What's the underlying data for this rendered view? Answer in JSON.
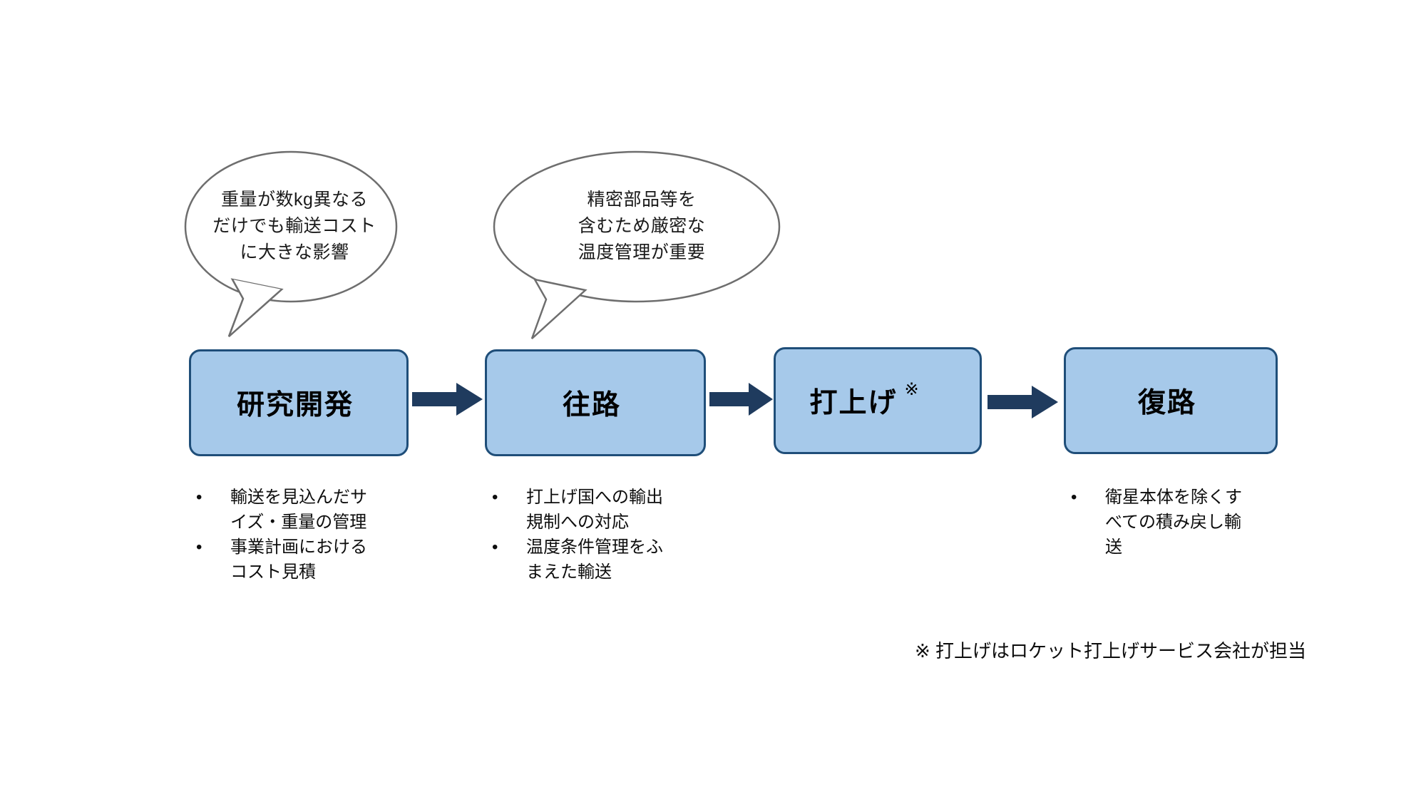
{
  "slide": {
    "background_color": "#FFFFFF",
    "box_fill_color": "#A6C9EA",
    "box_border_color": "#1F4E79",
    "arrow_color": "#1F3B5E",
    "bubble_outline_color": "#6E6E6E"
  },
  "callouts": [
    {
      "id": "callout-weight-cost",
      "lines": "重量が数kg異なる\nだけでも輸送コスト\nに大きな影響",
      "points_to": "研究開発"
    },
    {
      "id": "callout-temperature",
      "lines": "精密部品等を\n含むため厳密な\n温度管理が重要",
      "points_to": "往路"
    }
  ],
  "process": {
    "steps": [
      {
        "id": "step-rd",
        "label": "研究開発",
        "note_mark": ""
      },
      {
        "id": "step-outward",
        "label": "往路",
        "note_mark": ""
      },
      {
        "id": "step-launch",
        "label": "打上げ",
        "note_mark": "※"
      },
      {
        "id": "step-return",
        "label": "復路",
        "note_mark": ""
      }
    ],
    "arrows": [
      {
        "id": "arrow-1",
        "from": "研究開発",
        "to": "往路"
      },
      {
        "id": "arrow-2",
        "from": "往路",
        "to": "打上げ"
      },
      {
        "id": "arrow-3",
        "from": "打上げ",
        "to": "復路"
      }
    ]
  },
  "details": [
    {
      "id": "details-rd",
      "bullet_char": "•",
      "items": [
        "輸送を見込んだサ\nイズ・重量の管理",
        "事業計画における\nコスト見積"
      ]
    },
    {
      "id": "details-outward",
      "bullet_char": "•",
      "items": [
        "打上げ国への輸出\n規制への対応",
        "温度条件管理をふ\nまえた輸送"
      ]
    },
    {
      "id": "details-return",
      "bullet_char": "•",
      "items": [
        "衛星本体を除くす\nべての積み戻し輸\n送"
      ]
    }
  ],
  "footnote": {
    "text": "※ 打上げはロケット打上げサービス会社が担当"
  }
}
